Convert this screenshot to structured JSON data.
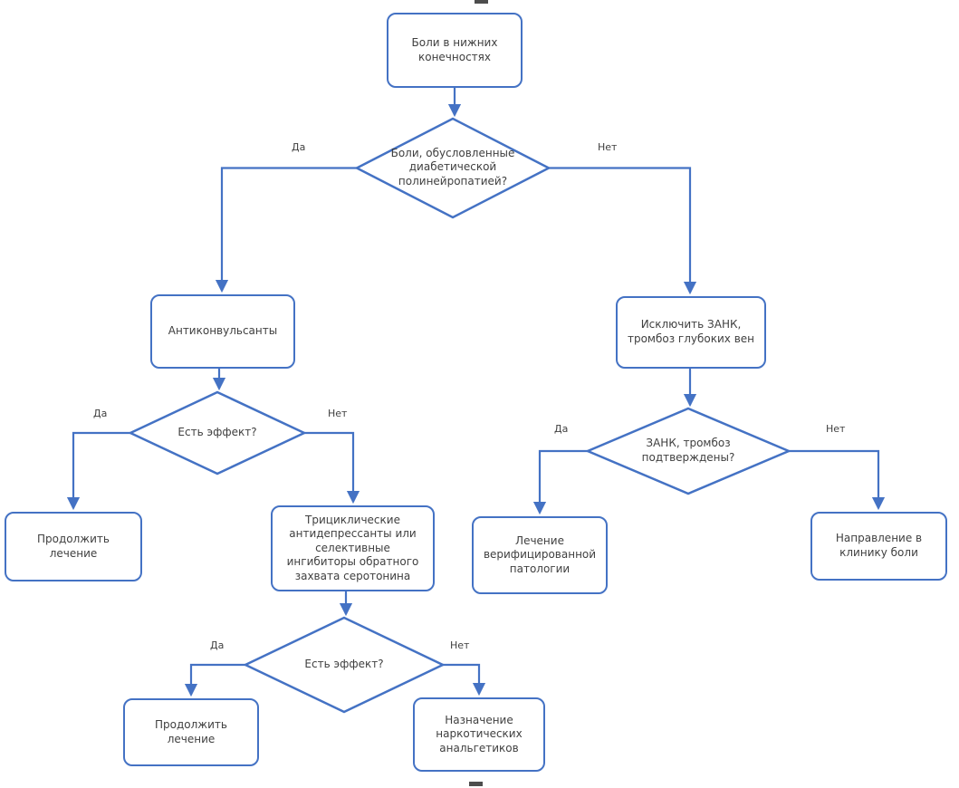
{
  "colors": {
    "accent": "#4472C4",
    "text": "#404040"
  },
  "diagram": {
    "type": "flowchart",
    "language": "ru",
    "nodes": {
      "start": {
        "shape": "rounded-rect",
        "label": "Боли в нижних конечностях"
      },
      "q_diabetic": {
        "shape": "diamond",
        "label": "Боли, обусловленные диабетической полинейропатией?"
      },
      "anticonvulsants": {
        "shape": "rounded-rect",
        "label": "Антиконвульсанты"
      },
      "exclude_zank": {
        "shape": "rounded-rect",
        "label": "Исключить ЗАНК, тромбоз глубоких вен"
      },
      "q_effect1": {
        "shape": "diamond",
        "label": "Есть эффект?"
      },
      "continue1": {
        "shape": "rounded-rect",
        "label": "Продолжить лечение"
      },
      "tricyclic": {
        "shape": "rounded-rect",
        "label": "Трициклические антидепрессанты или селективные ингибиторы обратного захвата серотонина"
      },
      "q_effect2": {
        "shape": "diamond",
        "label": "Есть эффект?"
      },
      "continue2": {
        "shape": "rounded-rect",
        "label": "Продолжить лечение"
      },
      "narcotic": {
        "shape": "rounded-rect",
        "label": "Назначение наркотических анальгетиков"
      },
      "q_zank": {
        "shape": "diamond",
        "label": "ЗАНК, тромбоз подтверждены?"
      },
      "treat_verified": {
        "shape": "rounded-rect",
        "label": "Лечение верифицированной патологии"
      },
      "pain_clinic": {
        "shape": "rounded-rect",
        "label": "Направление в клинику боли"
      }
    },
    "edges": [
      {
        "from": "start",
        "to": "q_diabetic",
        "label": ""
      },
      {
        "from": "q_diabetic",
        "to": "anticonvulsants",
        "label": "Да"
      },
      {
        "from": "q_diabetic",
        "to": "exclude_zank",
        "label": "Нет"
      },
      {
        "from": "anticonvulsants",
        "to": "q_effect1",
        "label": ""
      },
      {
        "from": "q_effect1",
        "to": "continue1",
        "label": "Да"
      },
      {
        "from": "q_effect1",
        "to": "tricyclic",
        "label": "Нет"
      },
      {
        "from": "tricyclic",
        "to": "q_effect2",
        "label": ""
      },
      {
        "from": "q_effect2",
        "to": "continue2",
        "label": "Да"
      },
      {
        "from": "q_effect2",
        "to": "narcotic",
        "label": "Нет"
      },
      {
        "from": "exclude_zank",
        "to": "q_zank",
        "label": ""
      },
      {
        "from": "q_zank",
        "to": "treat_verified",
        "label": "Да"
      },
      {
        "from": "q_zank",
        "to": "pain_clinic",
        "label": "Нет"
      }
    ]
  }
}
